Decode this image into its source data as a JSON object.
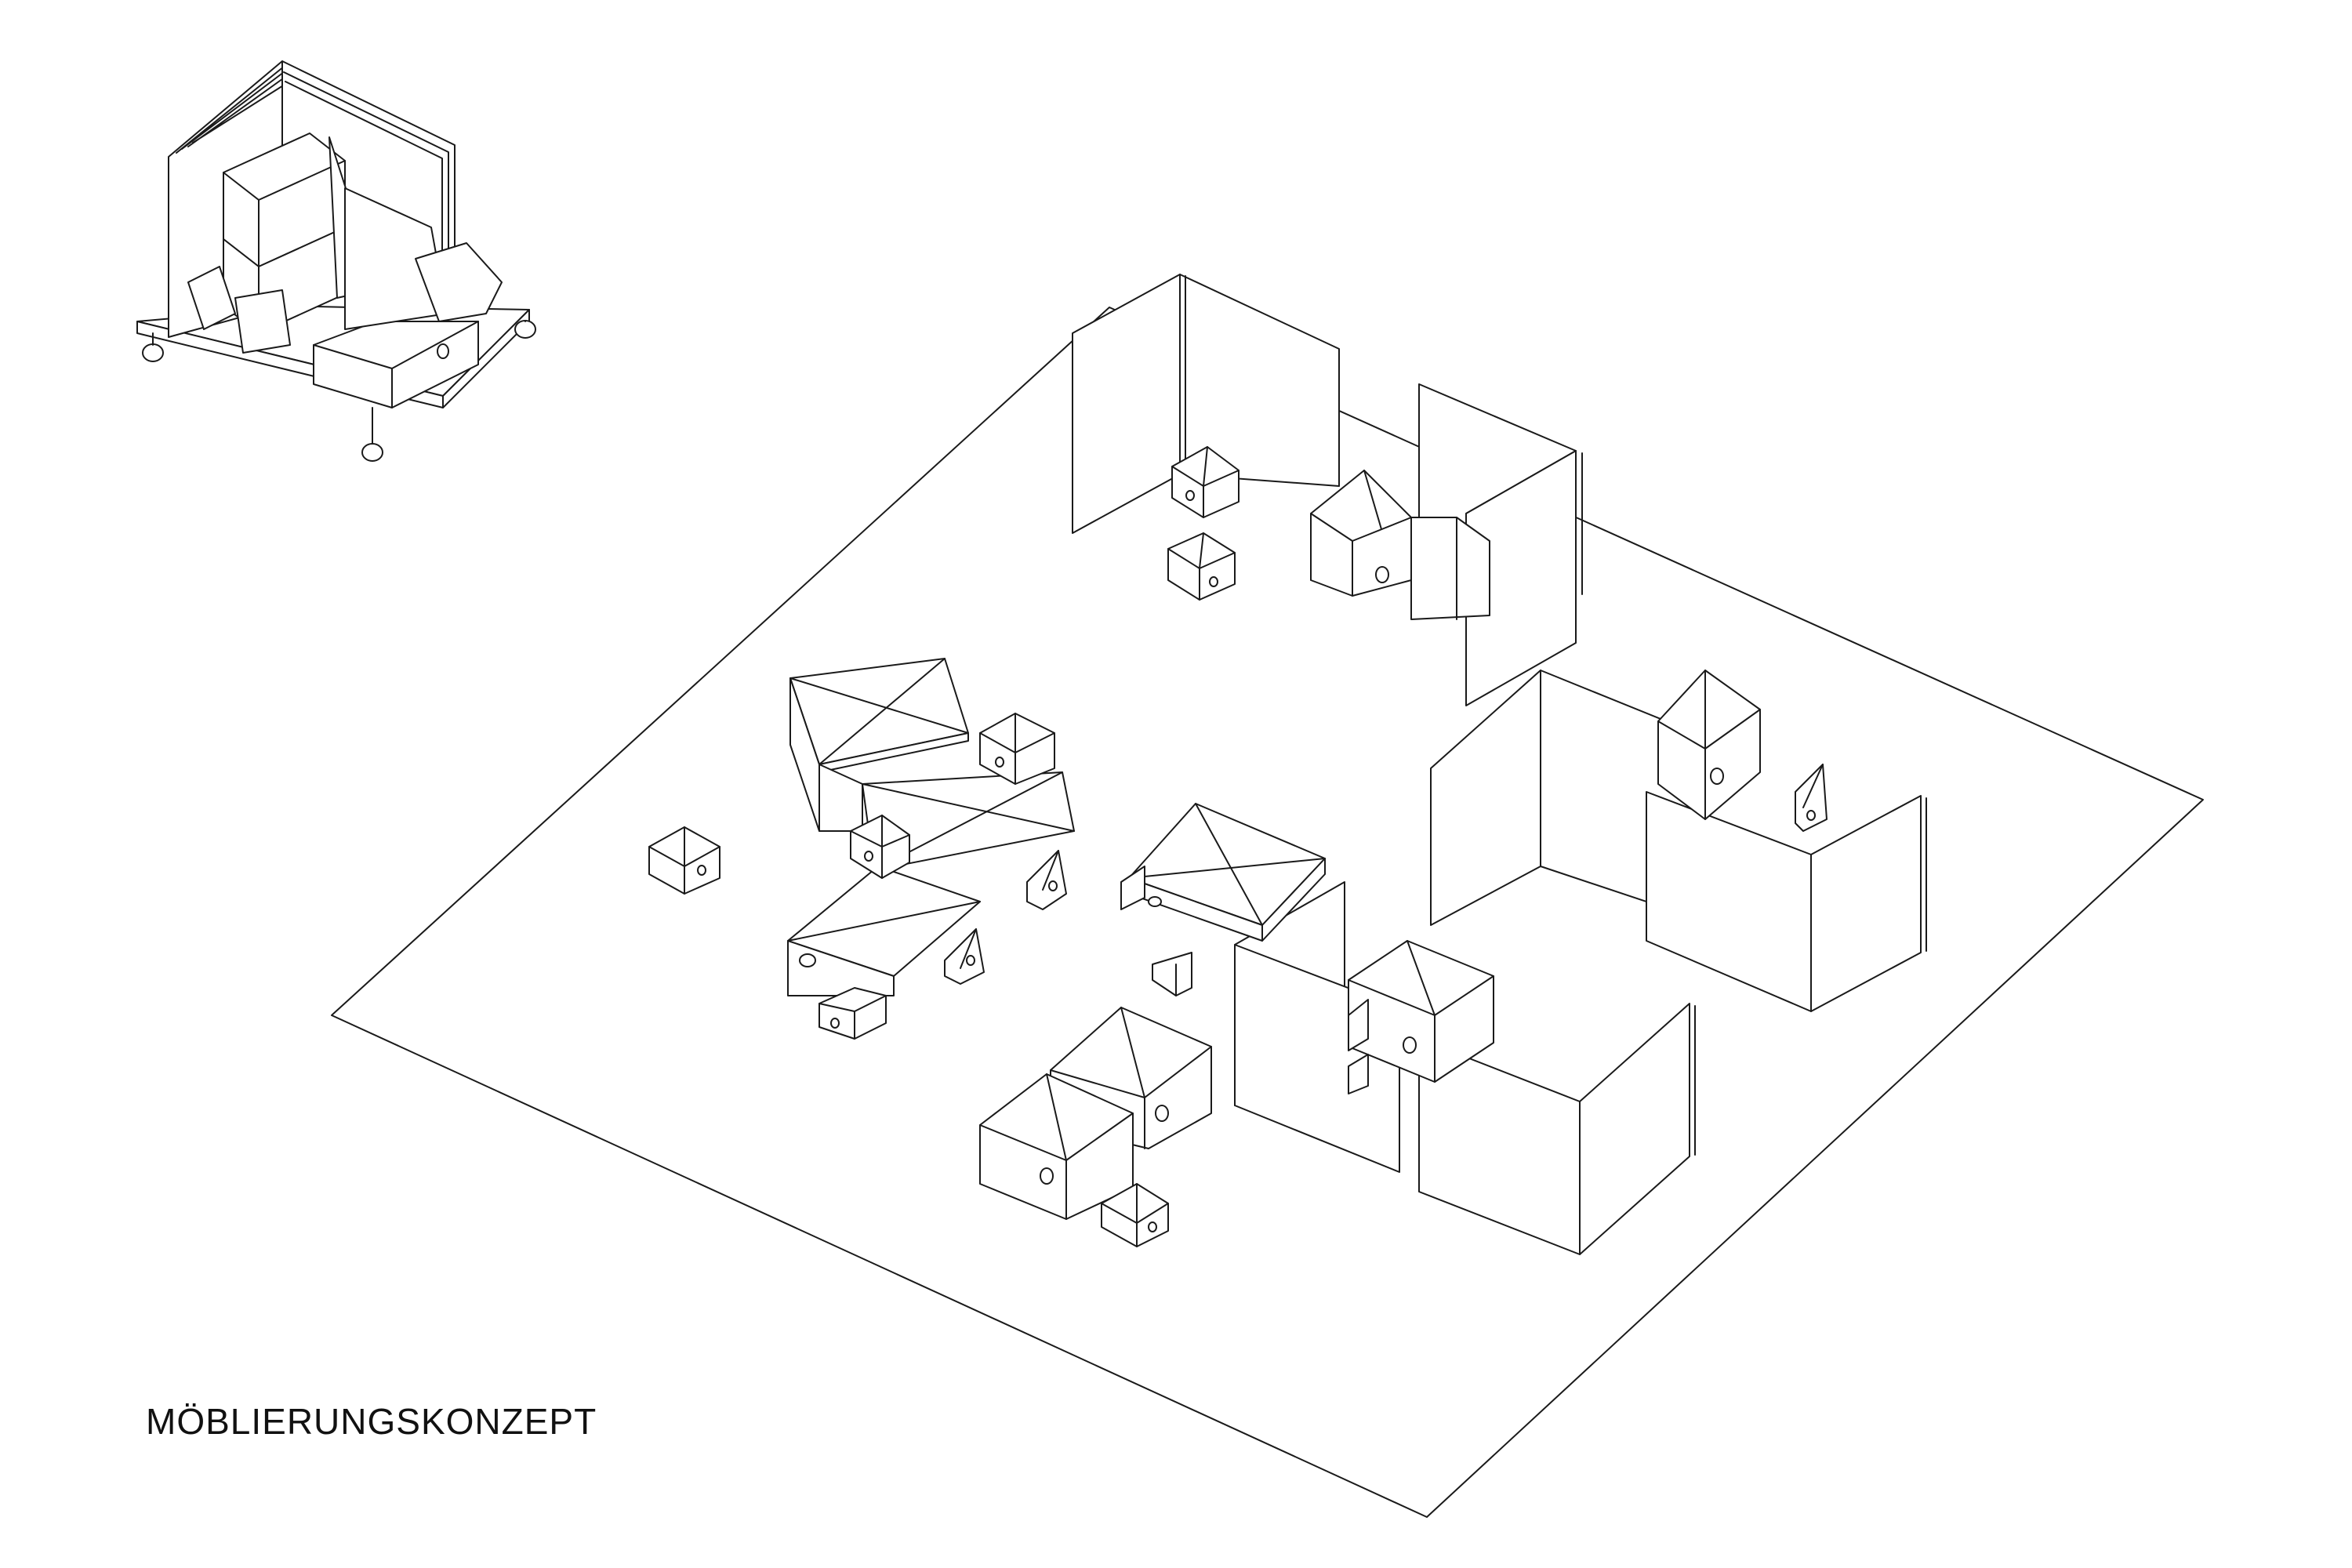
{
  "title": "MÖBLIERUNGSKONZEPT",
  "colors": {
    "line": "#1a1a1a",
    "background": "#ffffff"
  },
  "drawing": {
    "storage_cart": {
      "description_icon": "storage-cart-icon"
    },
    "floor_plan": {
      "partition_corners": 5,
      "stools": 12,
      "benches": 6,
      "tables": 3
    }
  }
}
